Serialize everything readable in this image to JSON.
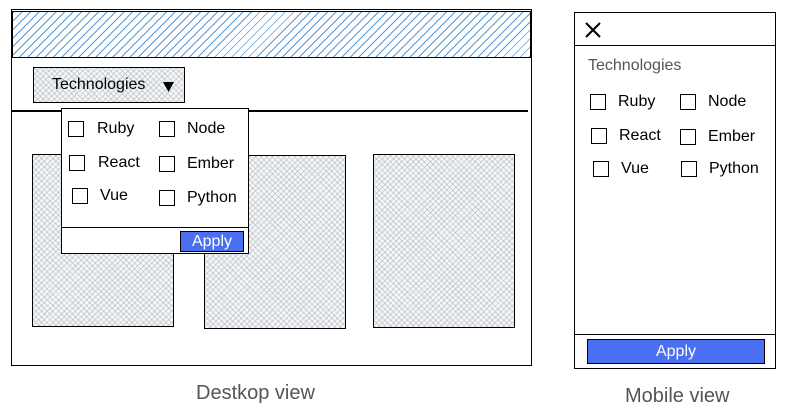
{
  "desktop": {
    "dropdown_label": "Technologies",
    "options": [
      "Ruby",
      "Node",
      "React",
      "Ember",
      "Vue",
      "Python"
    ],
    "apply_label": "Apply",
    "caption": "Destkop view"
  },
  "mobile": {
    "section_title": "Technologies",
    "options": [
      "Ruby",
      "Node",
      "React",
      "Ember",
      "Vue",
      "Python"
    ],
    "apply_label": "Apply",
    "caption": "Mobile view",
    "close_icon": "close-icon"
  },
  "colors": {
    "header_hatch": "#5b9bd5",
    "apply_button": "#4a6ff0",
    "caption_text": "#555555"
  }
}
